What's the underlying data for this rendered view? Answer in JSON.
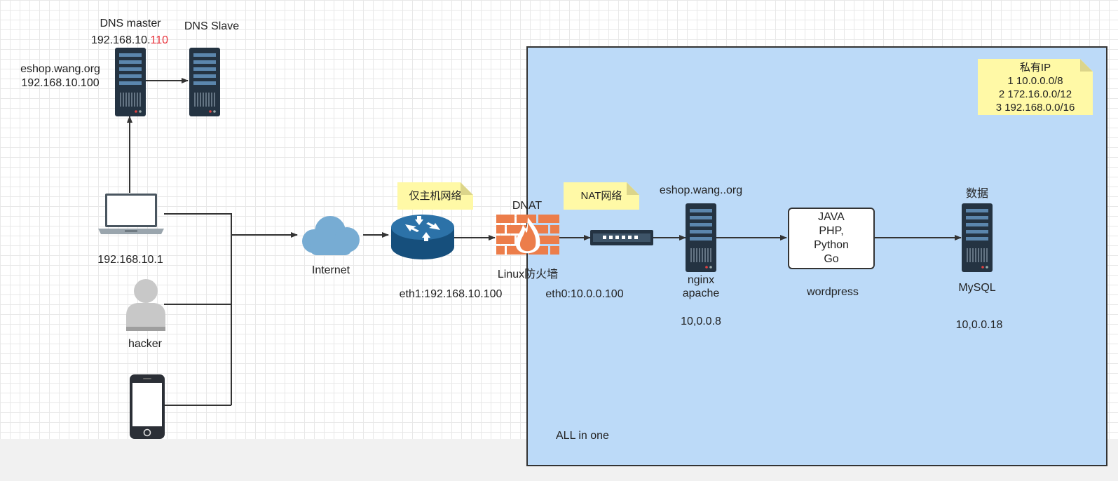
{
  "dns_master": {
    "title": "DNS master",
    "ip_base": "192.168.10.",
    "ip_suffix": "110"
  },
  "dns_slave": {
    "title": "DNS Slave"
  },
  "dns_record": {
    "domain": "eshop.wang.org",
    "ip": "192.168.10.100"
  },
  "laptop": {
    "ip": "192.168.10.1"
  },
  "hacker": {
    "label": "hacker"
  },
  "internet": {
    "label": "Internet"
  },
  "host_only_note": {
    "text": "仅主机网络"
  },
  "router": {
    "interface": "eth1:192.168.10.100"
  },
  "firewall": {
    "rule": "DNAT",
    "label": "Linux防火墙"
  },
  "nat_note": {
    "text": "NAT网络"
  },
  "switch": {
    "interface": "eth0:10.0.0.100"
  },
  "web_server": {
    "domain": "eshop.wang..org",
    "line1": "nginx",
    "line2": "apache",
    "ip": "10,0.0.8"
  },
  "app_stack": {
    "langs": [
      "JAVA",
      "PHP,",
      "Python",
      "Go"
    ],
    "label": "wordpress"
  },
  "db_server": {
    "title": "数据",
    "label": "MySQL",
    "ip": "10,0.0.18"
  },
  "private_ip_note": {
    "title": "私有IP",
    "ranges": [
      "1 10.0.0.0/8",
      "2 172.16.0.0/12",
      "3 192.168.0.0/16"
    ]
  },
  "zone": {
    "label": "ALL in one"
  },
  "colors": {
    "zone_fill": "#bcdaf8",
    "note_fill": "#fff9a6",
    "server": "#243342",
    "router": "#1f6298",
    "cloud": "#77acd3",
    "firewall": "#ec7d4a",
    "device_gray": "#c8c8c8"
  },
  "icons": [
    "server-icon",
    "laptop-icon",
    "user-icon",
    "phone-icon",
    "cloud-icon",
    "router-icon",
    "firewall-icon",
    "switch-icon"
  ]
}
